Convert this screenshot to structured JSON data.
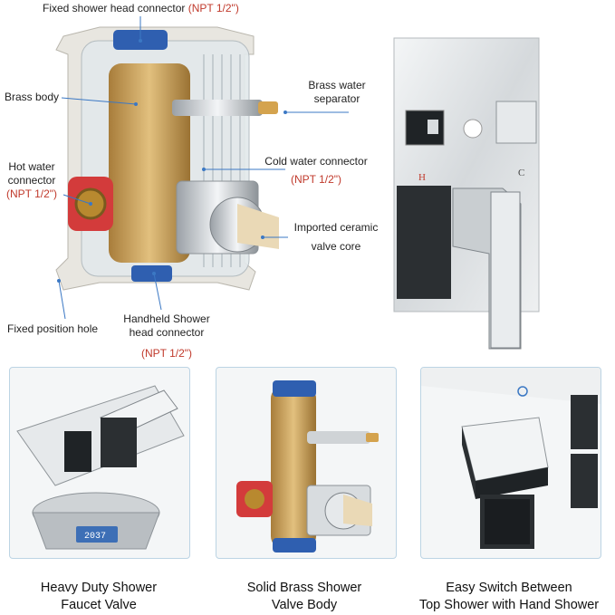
{
  "diagram": {
    "labels": {
      "fixed_head": {
        "text": "Fixed shower head connector ",
        "spec": "(NPT 1/2\")"
      },
      "brass_body": "Brass body",
      "separator": {
        "line1": "Brass water",
        "line2": "separator"
      },
      "hot": {
        "line1": "Hot water",
        "line2": "connector",
        "spec": "(NPT 1/2\")"
      },
      "cold": {
        "line1": "Cold water connector",
        "spec": "(NPT 1/2\")"
      },
      "ceramic": {
        "line1": "Imported ceramic",
        "line2": "valve core"
      },
      "fixed_hole": "Fixed position hole",
      "handheld": {
        "line1": "Handheld Shower",
        "line2": "head connector",
        "spec": "(NPT 1/2\")"
      }
    },
    "plate_marks": {
      "hot": "H",
      "cold": "C"
    }
  },
  "panels": [
    {
      "caption_line1": "Heavy Duty Shower",
      "caption_line2": "Faucet Valve",
      "scale_reading": "2037"
    },
    {
      "caption_line1": "Solid Brass Shower",
      "caption_line2": "Valve Body"
    },
    {
      "caption_line1": "Easy Switch Between",
      "caption_line2": "Top Shower with Hand Shower"
    }
  ],
  "colors": {
    "label_red": "#c0392b",
    "pointer_blue": "#3b78c4",
    "brass": "#c9a15a",
    "chrome": "#cfd3d6"
  }
}
